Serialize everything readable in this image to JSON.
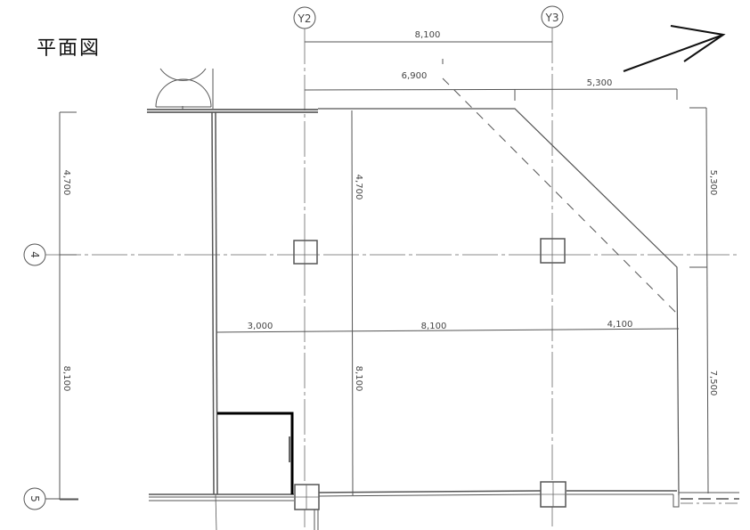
{
  "title": "平面図",
  "grid_labels": {
    "y2": "Y2",
    "y3": "Y3",
    "row4": "4",
    "row5": "5"
  },
  "dimensions": {
    "top_total": "8,100",
    "top_left": "6,900",
    "top_right": "5,300",
    "left_upper": "4,700",
    "left_lower": "8,100",
    "inner_upper": "4,700",
    "inner_lower": "8,100",
    "mid_left": "3,000",
    "mid_center": "8,100",
    "mid_right": "4,100",
    "right_upper": "5,300",
    "right_lower": "7,500"
  },
  "colors": {
    "line": "#555555",
    "wall": "#333333",
    "accent_wall": "#000000"
  }
}
